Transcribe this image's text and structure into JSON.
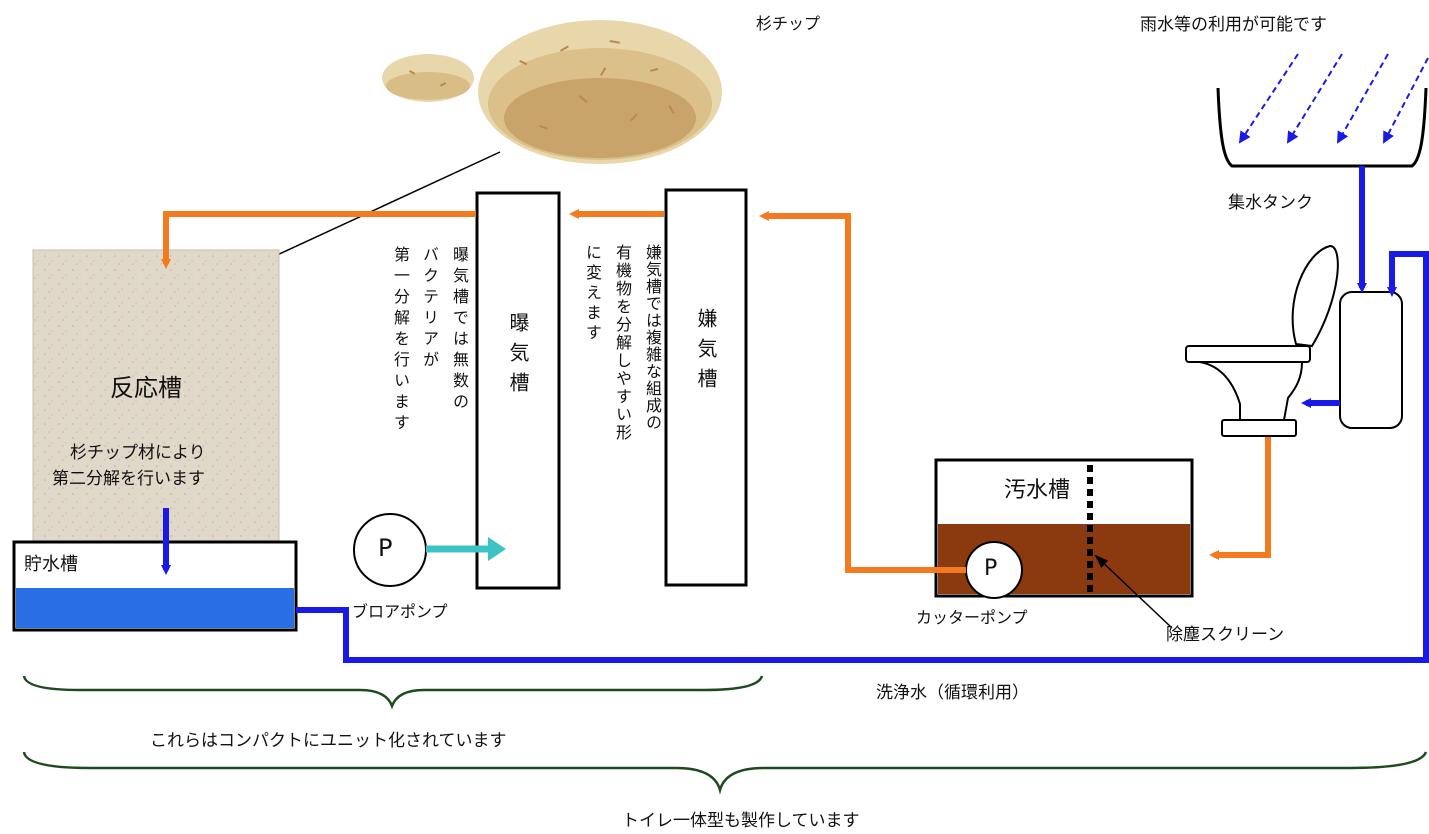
{
  "labels": {
    "cedar_chip": "杉チップ",
    "rainwater_note": "雨水等の利用が可能です",
    "collection_tank": "集水タンク",
    "reaction_tank_title": "反応槽",
    "reaction_tank_desc_1": "杉チップ材により",
    "reaction_tank_desc_2": "第二分解を行います",
    "storage_tank": "貯水槽",
    "aeration_tank": "曝気槽",
    "aeration_desc_col1": "曝気槽では無数の",
    "aeration_desc_col2": "バクテリアが",
    "aeration_desc_col3": "第一分解を行います",
    "anaerobic_tank": "嫌気槽",
    "anaerobic_desc_col1": "嫌気槽では複雑な組成の",
    "anaerobic_desc_col2": "有機物を分解しやすい形",
    "anaerobic_desc_col3": "に変えます",
    "pump_symbol": "P",
    "blower_pump": "ブロアポンプ",
    "sewage_tank": "汚水槽",
    "cutter_pump": "カッターポンプ",
    "dust_screen": "除塵スクリーン",
    "flush_water": "洗浄水（循環利用）",
    "compact_unit_note": "これらはコンパクトにユニット化されています",
    "toilet_integrated_note": "トイレ一体型も製作しています"
  },
  "colors": {
    "sewage_flow": "#f47a20",
    "clean_water_flow": "#1a1ae6",
    "air_flow": "#3cc4c4",
    "sludge": "#8b3a10",
    "stored_water": "#2a6ee6",
    "brace": "#1f4a1f",
    "reaction_fill": "#e0d8c8",
    "chip_light": "#e9d7ac",
    "chip_dark": "#c49a58"
  }
}
